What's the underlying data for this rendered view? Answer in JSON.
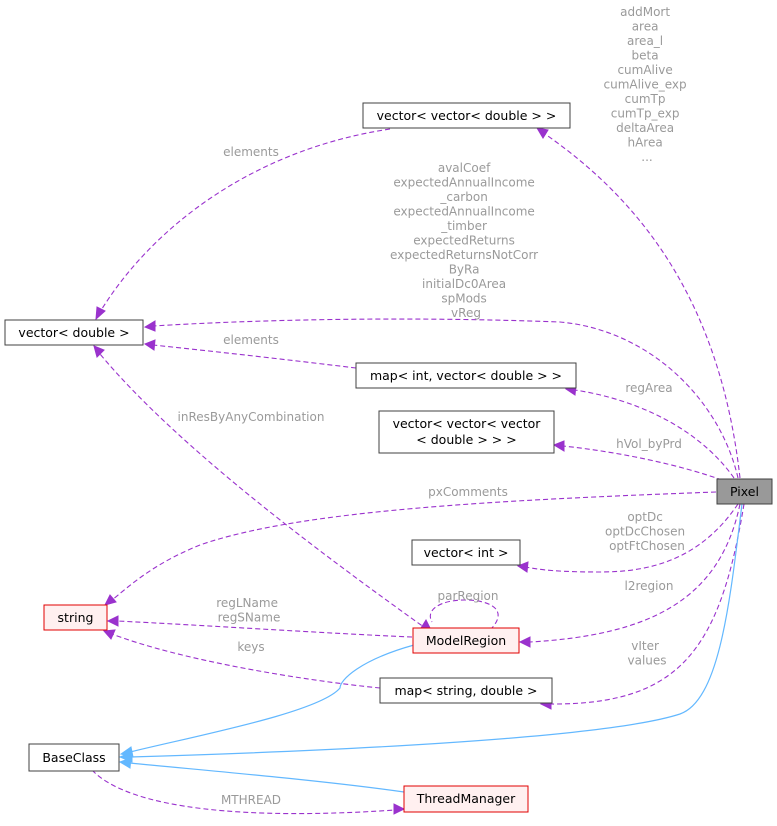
{
  "colors": {
    "dependency_edge": "#9a32cd",
    "inheritance_edge": "#63b8ff",
    "focus_node_fill": "#999999",
    "external_node_border": "#e00000",
    "external_node_fill": "#fff0f0",
    "edge_label_text": "#9a9a9a"
  },
  "nodes": {
    "pixel": "Pixel",
    "vec_vec_double": "vector< vector< double > >",
    "vec_double": "vector< double >",
    "map_int_vec": "map< int, vector< double > >",
    "vec3_line1": "vector< vector< vector",
    "vec3_line2": "< double > > >",
    "vec_int": "vector< int >",
    "string": "string",
    "model_region": "ModelRegion",
    "map_string_double": "map< string, double >",
    "base_class": "BaseClass",
    "thread_manager": "ThreadManager"
  },
  "edge_labels": {
    "pixel_to_vec_vec": [
      "addMort",
      "area",
      "area_l",
      "beta",
      "cumAlive",
      "cumAlive_exp",
      "cumTp",
      "cumTp_exp",
      "deltaArea",
      "hArea",
      "..."
    ],
    "vec_vec_elements": "elements",
    "pixel_to_vec_double": [
      "avalCoef",
      "expectedAnnualIncome",
      "_carbon",
      "expectedAnnualIncome",
      "_timber",
      "expectedReturns",
      "expectedReturnsNotCorr",
      "ByRa",
      "initialDc0Area",
      "spMods",
      "vReg"
    ],
    "map_int_elements": "elements",
    "in_res": "inResByAnyCombination",
    "reg_area": "regArea",
    "h_vol": "hVol_byPrd",
    "px_comments": "pxComments",
    "pixel_to_vec_int": [
      "optDc",
      "optDcChosen",
      "optFtChosen"
    ],
    "par_region": "parRegion",
    "reg_names": [
      "regLName",
      "regSName"
    ],
    "l2region": "l2region",
    "keys": "keys",
    "pixel_to_map_string": [
      "vIter",
      "values"
    ],
    "mthread": "MTHREAD"
  }
}
